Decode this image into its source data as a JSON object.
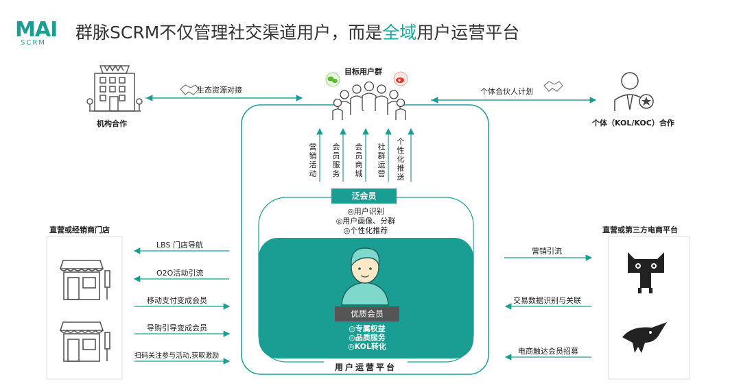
{
  "header": {
    "logo_main": "MAI",
    "logo_sub": "SCRM",
    "title_pre": "群脉SCRM不仅管理社交渠道用户，而是",
    "title_highlight": "全域",
    "title_post": "用户运营平台"
  },
  "top": {
    "org_label": "机构合作",
    "eco_link_label": "生态资源对接",
    "target_group_label": "目标用户群",
    "partner_plan_label": "个体合伙人计划",
    "individual_label": "个体（KOL/KOC）合作"
  },
  "up_arrows": [
    "营销活动",
    "会员服务",
    "会员商城",
    "社群运营",
    "个性化推送"
  ],
  "platform": {
    "outer_label": "用户运营平台",
    "pan_member_label": "泛会员",
    "pan_features": [
      "◎用户识别",
      "◎用户画像、分群",
      "◎个性化推荐"
    ],
    "quality_member_label": "优质会员",
    "quality_features": [
      "◎专属权益",
      "◎品质服务",
      "◎KOL转化"
    ]
  },
  "left": {
    "title": "直营或经销商门店",
    "arrows": [
      {
        "label": "LBS 门店导航",
        "direction": "left"
      },
      {
        "label": "O2O活动引流",
        "direction": "left"
      },
      {
        "label": "移动支付变成会员",
        "direction": "right"
      },
      {
        "label": "导购引导变成会员",
        "direction": "right"
      },
      {
        "label": "扫码关注参与活动,获取激励",
        "direction": "right"
      }
    ]
  },
  "right": {
    "title": "直营或第三方电商平台",
    "arrows": [
      {
        "label": "营销引流",
        "direction": "right"
      },
      {
        "label": "交易数据识别与关联",
        "direction": "left"
      },
      {
        "label": "电商触达会员招募",
        "direction": "left"
      }
    ]
  },
  "colors": {
    "teal": "#1a9e93",
    "dark_gray": "#555555",
    "text": "#222222"
  }
}
